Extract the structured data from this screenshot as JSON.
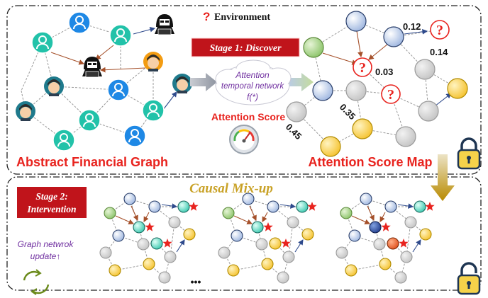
{
  "env_legend": {
    "mark": "?",
    "text": "Environment"
  },
  "stage1": {
    "badge": "Stage 1: Discover",
    "graph_label": "Abstract Financial Graph",
    "cloud_line1": "Attention",
    "cloud_line2": "temporal network",
    "cloud_line3": "f(*)",
    "attention_score": "Attention Score",
    "map_label": "Attention Score Map",
    "edge_values": [
      "0.12",
      "0.14",
      "0.03",
      "0.35",
      "0.45"
    ]
  },
  "stage2": {
    "badge_line1": "Stage 2:",
    "badge_line2": "Intervention",
    "title": "Causal Mix-up",
    "update_line1": "Graph netwrok",
    "update_line2": "update↑",
    "ellipsis": "•••"
  },
  "icons": [
    "person-icon",
    "hacker-icon",
    "gauge-icon",
    "lock-icon",
    "unlock-icon",
    "refresh-icon",
    "star-icon",
    "question-icon"
  ],
  "colors": {
    "badge_red": "#c0141b",
    "title_red": "#e8231e",
    "causal_gold": "#c9a227",
    "teal": "#22c2a9",
    "blue_person": "#1e88e5",
    "node_blue": "#c6d6ee",
    "node_green": "#a9d18e",
    "node_yellow": "#ffd966",
    "node_gray": "#d4d4d4",
    "purple": "#7030a0"
  }
}
